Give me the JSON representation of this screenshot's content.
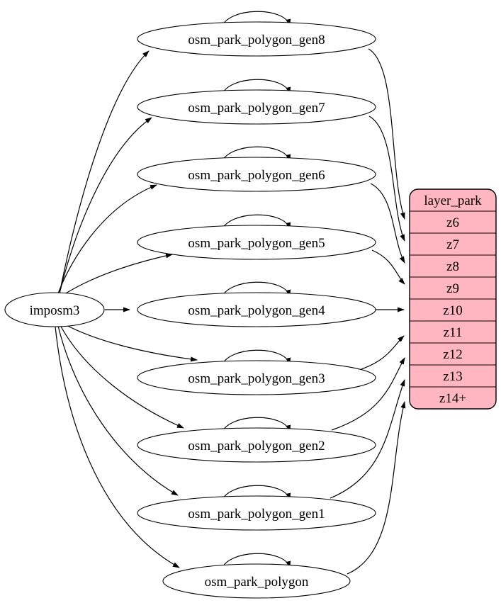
{
  "colors": {
    "background": "#ffffff",
    "node_fill": "#ffffff",
    "node_stroke": "#000000",
    "edge": "#000000",
    "layer_fill": "#ffb6c1",
    "layer_stroke": "#000000",
    "text": "#000000"
  },
  "graph": {
    "type": "dependency-diagram",
    "source": {
      "id": "imposm3",
      "label": "imposm3"
    },
    "tables": [
      {
        "id": "osm_park_polygon_gen8",
        "label": "osm_park_polygon_gen8"
      },
      {
        "id": "osm_park_polygon_gen7",
        "label": "osm_park_polygon_gen7"
      },
      {
        "id": "osm_park_polygon_gen6",
        "label": "osm_park_polygon_gen6"
      },
      {
        "id": "osm_park_polygon_gen5",
        "label": "osm_park_polygon_gen5"
      },
      {
        "id": "osm_park_polygon_gen4",
        "label": "osm_park_polygon_gen4"
      },
      {
        "id": "osm_park_polygon_gen3",
        "label": "osm_park_polygon_gen3"
      },
      {
        "id": "osm_park_polygon_gen2",
        "label": "osm_park_polygon_gen2"
      },
      {
        "id": "osm_park_polygon_gen1",
        "label": "osm_park_polygon_gen1"
      },
      {
        "id": "osm_park_polygon",
        "label": "osm_park_polygon"
      }
    ],
    "layer": {
      "id": "layer_park",
      "title": "layer_park",
      "rows": [
        "z6",
        "z7",
        "z8",
        "z9",
        "z10",
        "z11",
        "z12",
        "z13",
        "z14+"
      ]
    },
    "edges": [
      {
        "from": "imposm3",
        "to": "osm_park_polygon_gen8"
      },
      {
        "from": "imposm3",
        "to": "osm_park_polygon_gen7"
      },
      {
        "from": "imposm3",
        "to": "osm_park_polygon_gen6"
      },
      {
        "from": "imposm3",
        "to": "osm_park_polygon_gen5"
      },
      {
        "from": "imposm3",
        "to": "osm_park_polygon_gen4"
      },
      {
        "from": "imposm3",
        "to": "osm_park_polygon_gen3"
      },
      {
        "from": "imposm3",
        "to": "osm_park_polygon_gen2"
      },
      {
        "from": "imposm3",
        "to": "osm_park_polygon_gen1"
      },
      {
        "from": "imposm3",
        "to": "osm_park_polygon"
      },
      {
        "from": "osm_park_polygon_gen8",
        "to": "osm_park_polygon_gen8",
        "type": "self-loop"
      },
      {
        "from": "osm_park_polygon_gen7",
        "to": "osm_park_polygon_gen7",
        "type": "self-loop"
      },
      {
        "from": "osm_park_polygon_gen6",
        "to": "osm_park_polygon_gen6",
        "type": "self-loop"
      },
      {
        "from": "osm_park_polygon_gen5",
        "to": "osm_park_polygon_gen5",
        "type": "self-loop"
      },
      {
        "from": "osm_park_polygon_gen4",
        "to": "osm_park_polygon_gen4",
        "type": "self-loop"
      },
      {
        "from": "osm_park_polygon_gen3",
        "to": "osm_park_polygon_gen3",
        "type": "self-loop"
      },
      {
        "from": "osm_park_polygon_gen2",
        "to": "osm_park_polygon_gen2",
        "type": "self-loop"
      },
      {
        "from": "osm_park_polygon_gen1",
        "to": "osm_park_polygon_gen1",
        "type": "self-loop"
      },
      {
        "from": "osm_park_polygon",
        "to": "osm_park_polygon",
        "type": "self-loop"
      },
      {
        "from": "osm_park_polygon_gen8",
        "to": "layer_park.z6"
      },
      {
        "from": "osm_park_polygon_gen7",
        "to": "layer_park.z7"
      },
      {
        "from": "osm_park_polygon_gen6",
        "to": "layer_park.z8"
      },
      {
        "from": "osm_park_polygon_gen5",
        "to": "layer_park.z9"
      },
      {
        "from": "osm_park_polygon_gen4",
        "to": "layer_park.z10"
      },
      {
        "from": "osm_park_polygon_gen3",
        "to": "layer_park.z11"
      },
      {
        "from": "osm_park_polygon_gen2",
        "to": "layer_park.z12"
      },
      {
        "from": "osm_park_polygon_gen1",
        "to": "layer_park.z13"
      },
      {
        "from": "osm_park_polygon",
        "to": "layer_park.z14+"
      }
    ]
  }
}
